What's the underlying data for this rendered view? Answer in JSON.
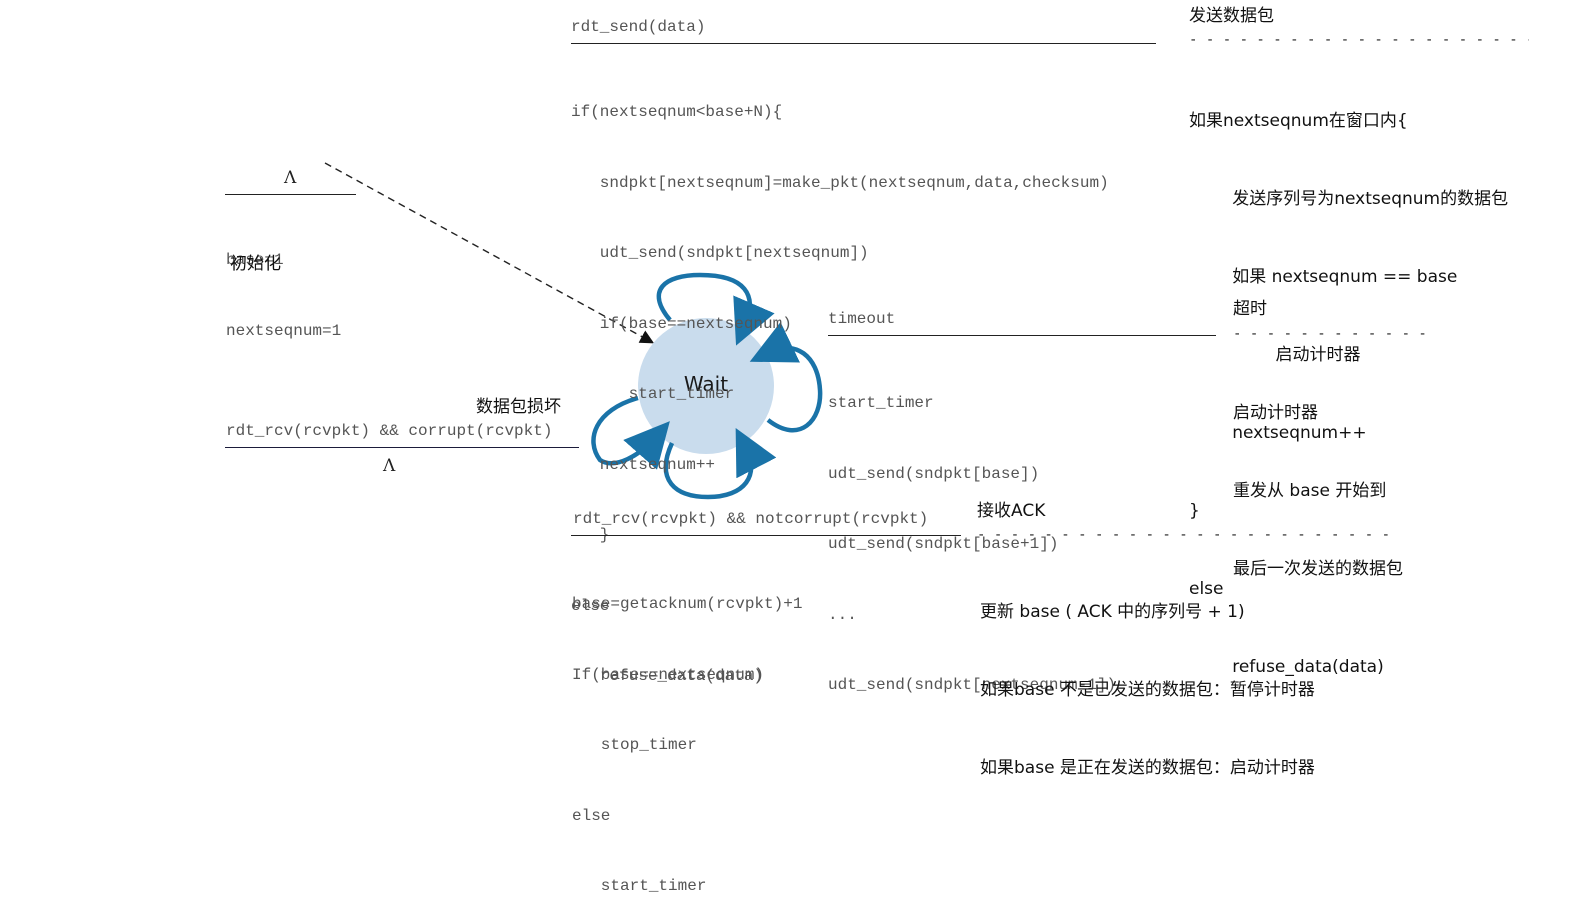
{
  "state": {
    "label": "Wait"
  },
  "init": {
    "event": "Λ",
    "actions": [
      "base=1",
      "nextseqnum=1"
    ],
    "caption": "初始化"
  },
  "send": {
    "event": "rdt_send(data)",
    "actions": [
      "if(nextseqnum<base+N){",
      "   sndpkt[nextseqnum]=make_pkt(nextseqnum,data,checksum)",
      "   udt_send(sndpkt[nextseqnum])",
      "   if(base==nextseqnum)",
      "      start_timer",
      "   nextseqnum++",
      "   }",
      "else",
      "   refuse_data(data)"
    ],
    "note_title": "发送数据包",
    "note_lines": [
      "如果nextseqnum在窗口内{",
      "        发送序列号为nextseqnum的数据包",
      "        如果 nextseqnum == base",
      "                启动计时器",
      "        nextseqnum++",
      "}",
      "else",
      "        refuse_data(data)"
    ]
  },
  "timeout": {
    "event": "timeout",
    "actions": [
      "start_timer",
      "udt_send(sndpkt[base])",
      "udt_send(sndpkt[base+1])",
      "...",
      "udt_send(sndpkt[nextseqnum-1])"
    ],
    "note_title": "超时",
    "note_lines": [
      "启动计时器",
      "重发从 base 开始到",
      "最后一次发送的数据包"
    ]
  },
  "corrupt": {
    "caption": "数据包损坏",
    "event": "rdt_rcv(rcvpkt) && corrupt(rcvpkt)",
    "action": "Λ"
  },
  "ack": {
    "event": "rdt_rcv(rcvpkt) && notcorrupt(rcvpkt)",
    "actions": [
      "base=getacknum(rcvpkt)+1",
      "If(base==nextseqnum)",
      "   stop_timer",
      "else",
      "   start_timer"
    ],
    "note_title": "接收ACK",
    "note_lines": [
      "更新 base ( ACK 中的序列号 + 1)",
      "如果base 不是已发送的数据包：暂停计时器",
      "如果base 是正在发送的数据包：启动计时器"
    ]
  },
  "colors": {
    "state_fill": "#c9dced",
    "loop_arrow": "#1f77b4",
    "text": "#555555"
  }
}
